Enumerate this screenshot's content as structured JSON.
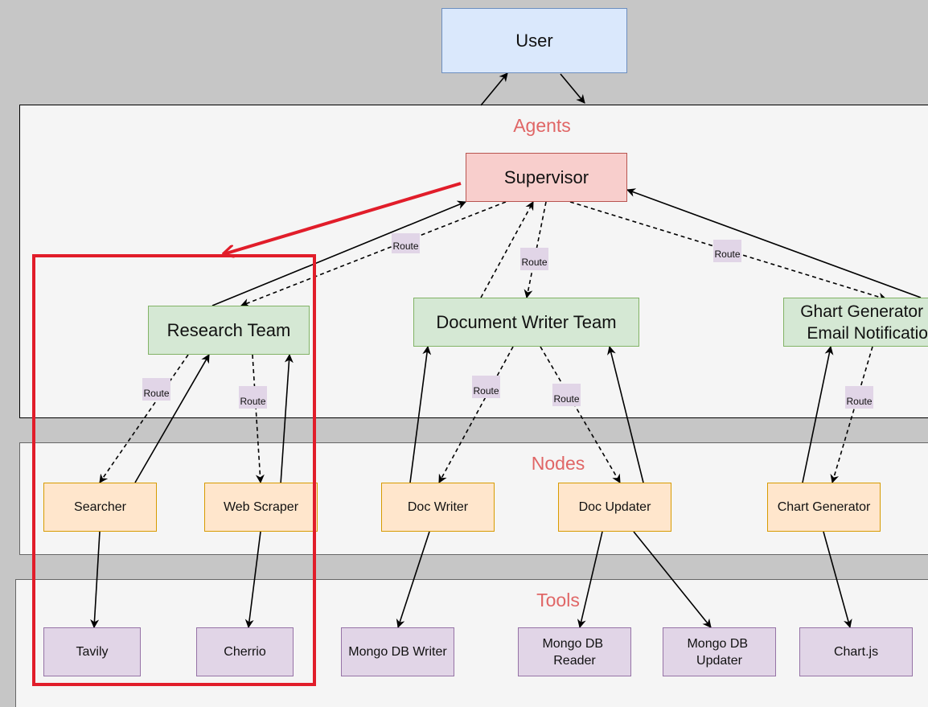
{
  "colors": {
    "background": "#c6c6c6",
    "panel": "#f5f5f5",
    "section_title": "#e06666",
    "highlight": "#e11d2a",
    "user_fill": "#dae8fc",
    "user_stroke": "#6c8ebf",
    "supervisor_fill": "#f8cecc",
    "supervisor_stroke": "#b85450",
    "team_fill": "#d5e8d4",
    "team_stroke": "#82b366",
    "node_fill": "#ffe6cc",
    "node_stroke": "#d79b00",
    "tool_fill": "#e1d5e7",
    "tool_stroke": "#9673a6",
    "route_fill": "#e1d5e7"
  },
  "sections": {
    "agents": "Agents",
    "nodes": "Nodes",
    "tools": "Tools"
  },
  "nodes": {
    "user": [
      "User"
    ],
    "supervisor": [
      "Supervisor"
    ],
    "research_team": [
      "Research Team"
    ],
    "document_writer_team": [
      "Document Writer Team"
    ],
    "chart_email_team": [
      "Ghart Generator &",
      "Email Notification"
    ],
    "searcher": [
      "Searcher"
    ],
    "web_scraper": [
      "Web Scraper"
    ],
    "doc_writer": [
      "Doc Writer"
    ],
    "doc_updater": [
      "Doc Updater"
    ],
    "chart_generator": [
      "Chart Generator"
    ],
    "tavily": [
      "Tavily"
    ],
    "cherrio": [
      "Cherrio"
    ],
    "mongo_db_writer": [
      "Mongo DB Writer"
    ],
    "mongo_db_reader": [
      "Mongo DB",
      "Reader"
    ],
    "mongo_db_updater": [
      "Mongo DB",
      "Updater"
    ],
    "chartjs": [
      "Chart.js"
    ]
  },
  "edge_label": "Route"
}
